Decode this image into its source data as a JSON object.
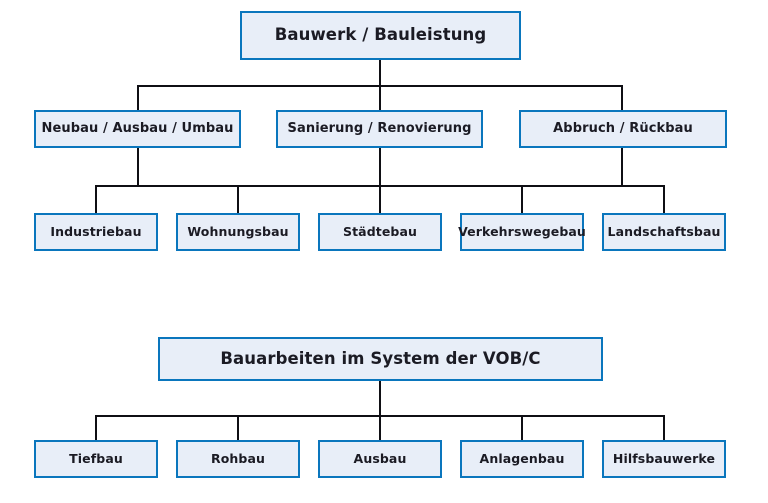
{
  "colors": {
    "box_fill": "#e8eef8",
    "box_border": "#0a76bd",
    "connector": "#0f0f14",
    "text": "#1b1b24",
    "background": "#ffffff"
  },
  "diagrams": [
    {
      "id": "bauwerk-bauleistung",
      "root": {
        "label": "Bauwerk / Bauleistung"
      },
      "level2": [
        {
          "label": "Neubau / Ausbau / Umbau"
        },
        {
          "label": "Sanierung / Renovierung"
        },
        {
          "label": "Abbruch / Rückbau"
        }
      ],
      "level3": [
        {
          "label": "Industriebau"
        },
        {
          "label": "Wohnungsbau"
        },
        {
          "label": "Städtebau"
        },
        {
          "label": "Verkehrswegebau"
        },
        {
          "label": "Landschaftsbau"
        }
      ]
    },
    {
      "id": "vob-c-system",
      "root": {
        "label": "Bauarbeiten im System der VOB/C"
      },
      "level2": [
        {
          "label": "Tiefbau"
        },
        {
          "label": "Rohbau"
        },
        {
          "label": "Ausbau"
        },
        {
          "label": "Anlagenbau"
        },
        {
          "label": "Hilfsbauwerke"
        }
      ]
    }
  ]
}
